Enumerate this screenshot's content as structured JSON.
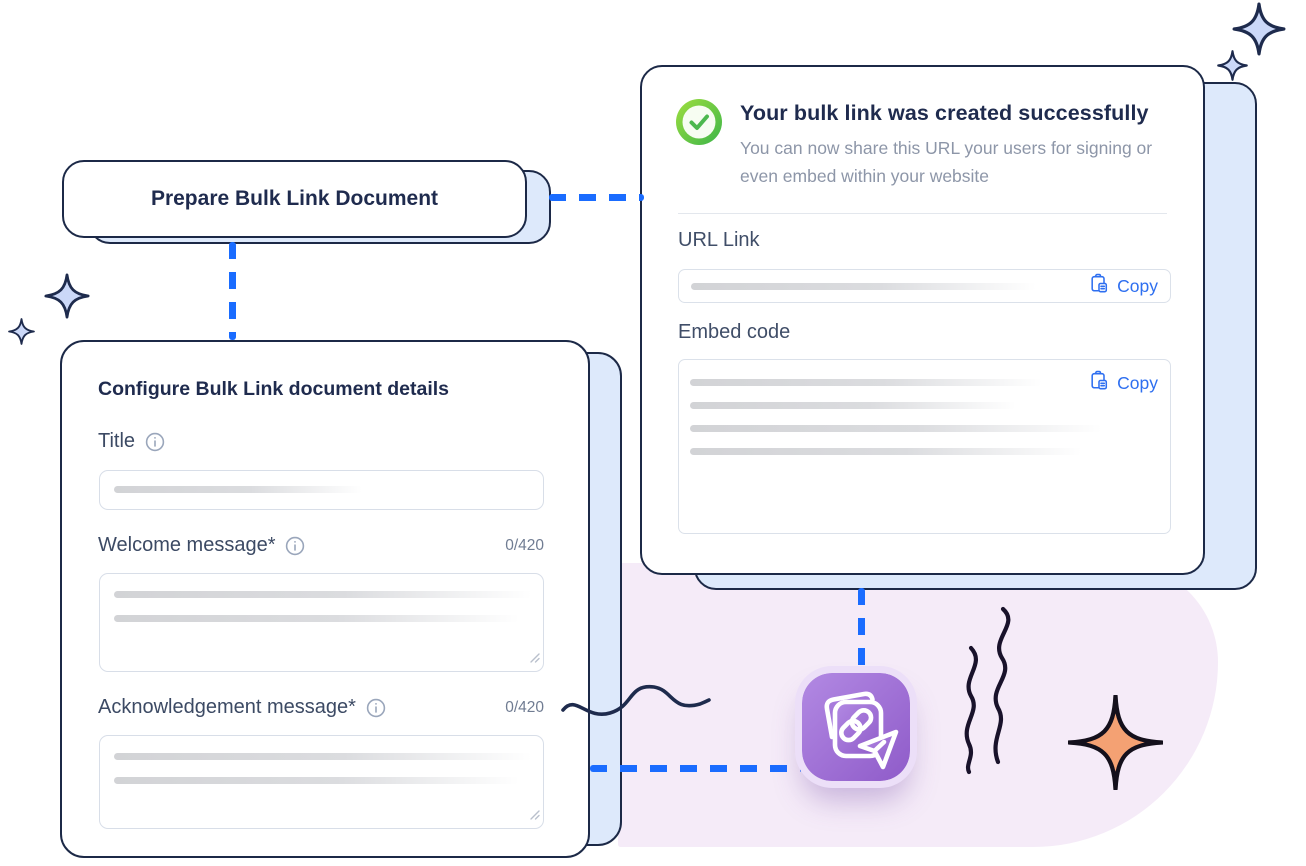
{
  "page": {
    "background": "#ffffff"
  },
  "colors": {
    "navy": "#1c2947",
    "accent_blue": "#1a6cff",
    "copy_blue": "#2e6ff0",
    "light_blue": "#dde9fb",
    "lavender_blob": "#f5ebf8",
    "icon_purple": "#9a66d6",
    "success_green": "#4cb84f",
    "sparkle_periwinkle": "#cbd8f8",
    "sparkle_orange": "#f4a173"
  },
  "prepare_card": {
    "title": "Prepare Bulk Link Document"
  },
  "success_card": {
    "title": "Your bulk link was created successfully",
    "subtitle": "You can now share this URL your users for signing or even embed within your website",
    "sections": {
      "url": {
        "label": "URL Link",
        "copy_label": "Copy"
      },
      "embed": {
        "label": "Embed code",
        "copy_label": "Copy"
      }
    }
  },
  "configure_card": {
    "title": "Configure Bulk Link document details",
    "fields": [
      {
        "label": "Title"
      },
      {
        "label": "Welcome message*",
        "counter": "0/420"
      },
      {
        "label": "Acknowledgement message*",
        "counter": "0/420"
      }
    ]
  },
  "icons": {
    "success": "check-circle-icon",
    "copy": "clipboard-copy-icon",
    "info": "info-circle-icon",
    "app": "bulk-link-send-icon"
  }
}
